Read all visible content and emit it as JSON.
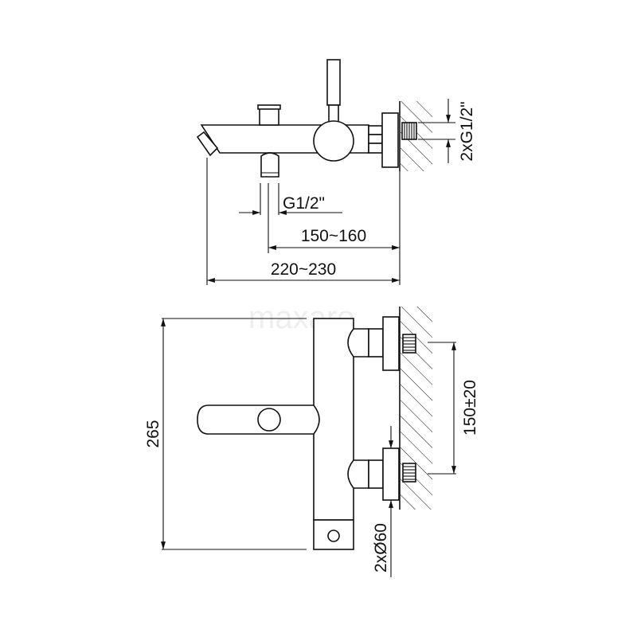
{
  "watermark": "maxaro",
  "top_view": {
    "dim_inlet_thread": "G1/2\"",
    "dim_center_to_wall": "150~160",
    "dim_total_projection": "220~230",
    "dim_wall_connection": "2xG1/2\""
  },
  "front_view": {
    "dim_height": "265",
    "dim_center_distance": "150±20",
    "dim_flange_diameter": "2xØ60"
  }
}
